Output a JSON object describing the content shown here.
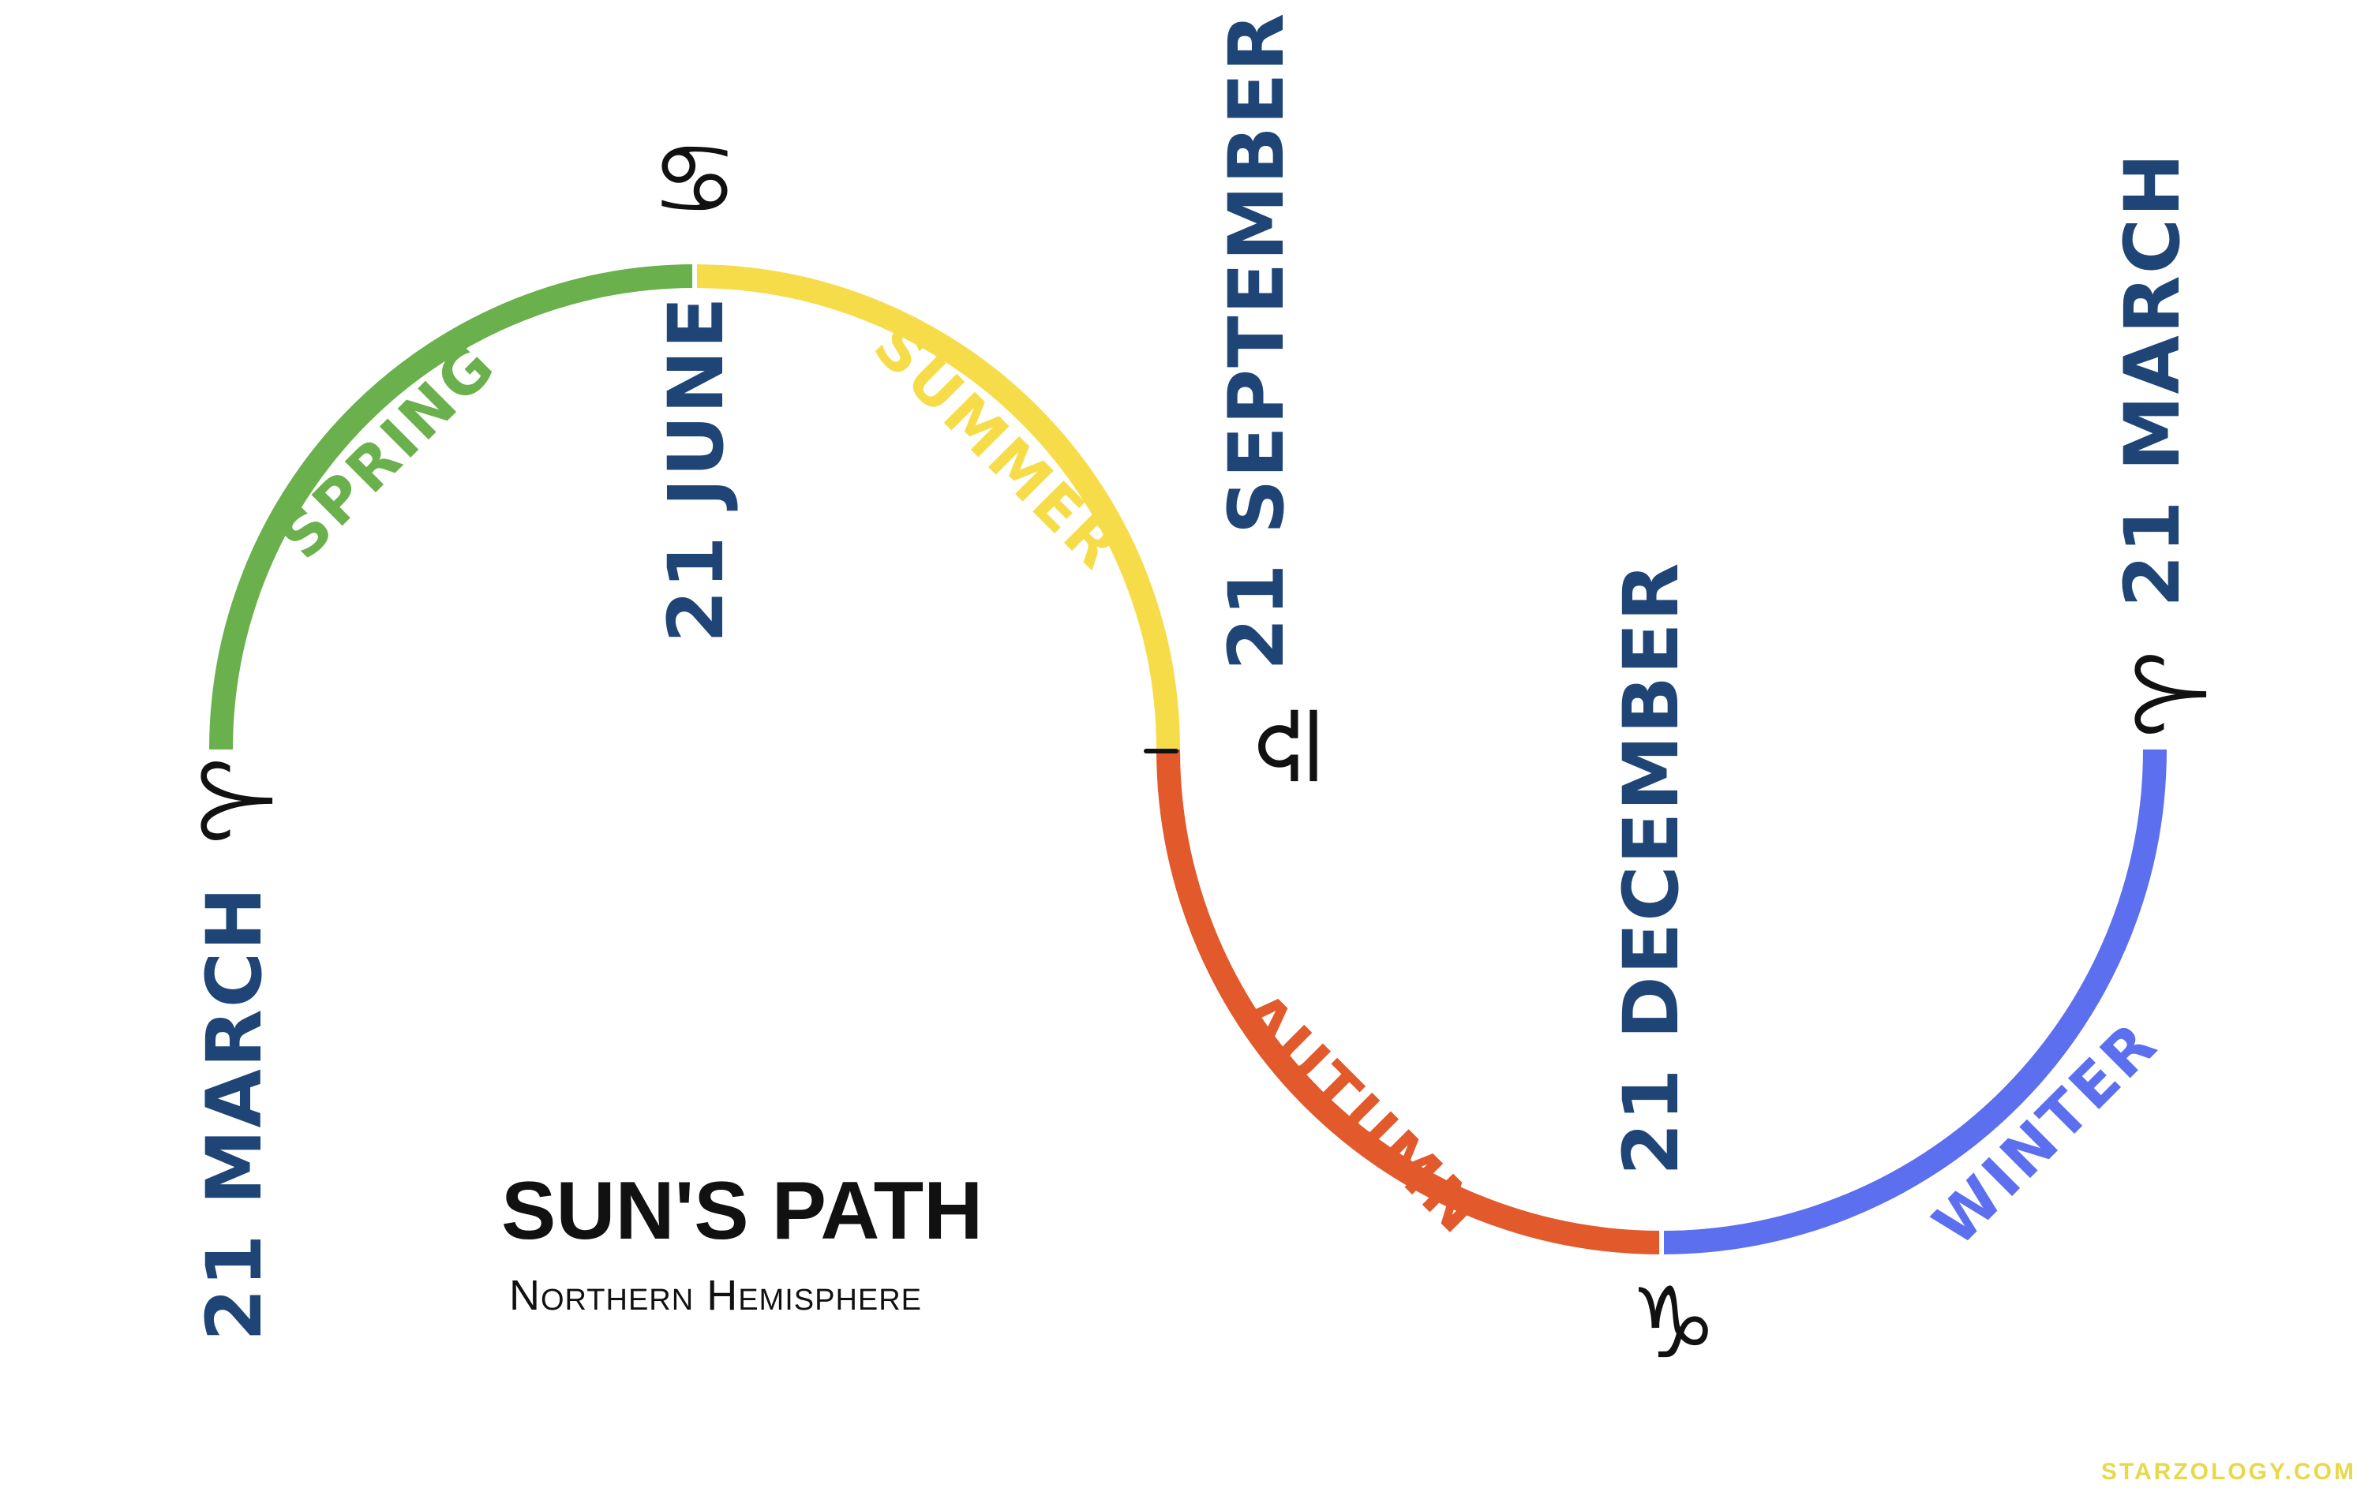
{
  "colors": {
    "spring": "#6ab04c",
    "summer": "#f7dc4a",
    "autumn": "#e2592b",
    "winter": "#5c6fee",
    "date_text": "#1f4577",
    "ink": "#111111",
    "credit": "#e8d84a"
  },
  "seasons": {
    "spring": "SPRING",
    "summer": "SUMMER",
    "autumn": "AUTUMN",
    "winter": "WINTER"
  },
  "dates": {
    "march_start": "21 MARCH",
    "june": "21 JUNE",
    "september": "21 SEPTEMBER",
    "december": "21 DECEMBER",
    "march_end": "21 MARCH"
  },
  "signs": {
    "aries_start": "♈",
    "cancer": "♋",
    "libra": "♎",
    "capricorn": "♑",
    "aries_end": "♈"
  },
  "title": {
    "main": "SUN'S PATH",
    "sub": "Northern Hemisphere"
  },
  "credit": "STARZOLOGY.COM"
}
